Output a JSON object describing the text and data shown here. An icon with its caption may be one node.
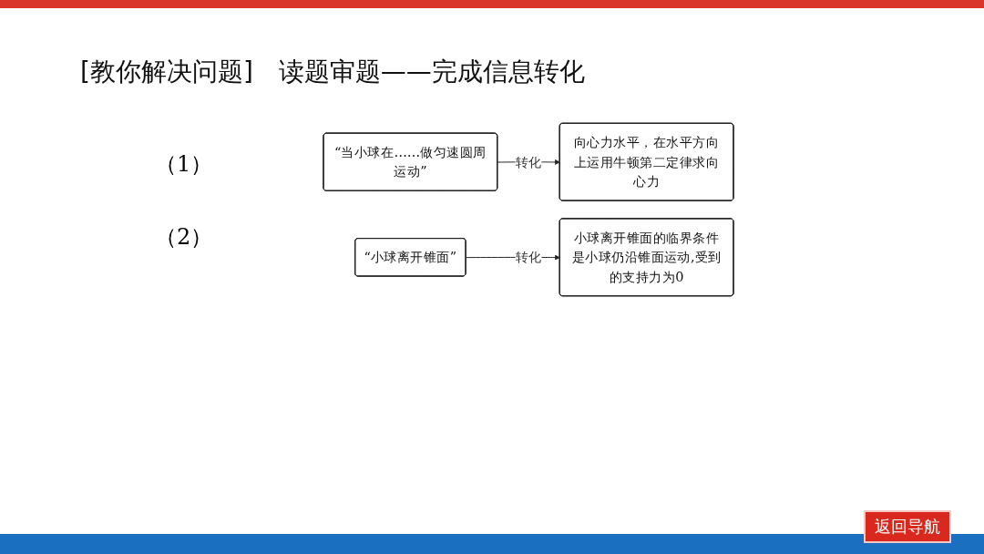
{
  "diagram": {
    "title": "[教你解决问题]　读题审题——完成信息转化",
    "nodes": [
      {
        "text": [
          "“当小球在……做匀速圆周运动”"
        ]
      },
      {
        "text": [
          "向心力水平，在水平方向上运用牛顿第二定律求向心力"
        ]
      },
      {
        "text": [
          "“小球离开锥面”"
        ]
      },
      {
        "text": [
          "小球离开锥面的临界条件是小球仍沿锥面运动,受到的支持力为0"
        ]
      }
    ],
    "edges": [
      {
        "from": 0,
        "to": 1,
        "arrow": "to",
        "label": "转化"
      },
      {
        "from": 2,
        "to": 3,
        "arrow": "to",
        "label": "转化"
      }
    ],
    "labels": [
      "（1）",
      "（2）",
      "返回导航"
    ]
  }
}
